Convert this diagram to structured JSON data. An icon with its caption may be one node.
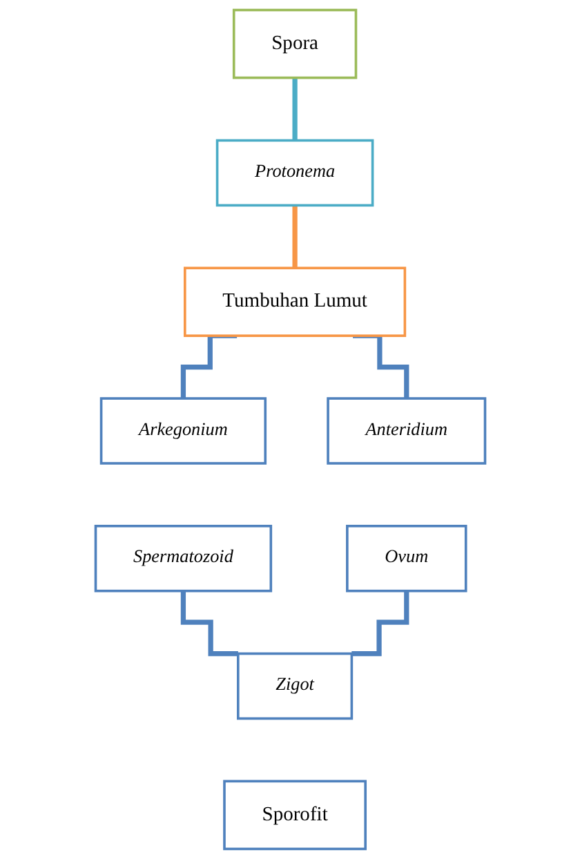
{
  "diagram": {
    "nodes": [
      {
        "text": [
          "Spora"
        ]
      },
      {
        "text": [
          "Protonema"
        ]
      },
      {
        "text": [
          "Tumbuhan Lumut"
        ]
      },
      {
        "text": [
          "Arkegonium"
        ]
      },
      {
        "text": [
          "Anteridium"
        ]
      },
      {
        "text": [
          "Spermatozoid"
        ]
      },
      {
        "text": [
          "Ovum"
        ]
      },
      {
        "text": [
          "Zigot"
        ]
      },
      {
        "text": [
          "Sporofit"
        ]
      }
    ],
    "edges": [
      {
        "from": 0,
        "to": 1,
        "arrow": "none",
        "color": "#4bacc6"
      },
      {
        "from": 1,
        "to": 2,
        "arrow": "none",
        "color": "#f79646"
      },
      {
        "from": 2,
        "to": 3,
        "arrow": "none"
      },
      {
        "from": 2,
        "to": 4,
        "arrow": "none"
      },
      {
        "from": 5,
        "to": 7,
        "arrow": "none"
      },
      {
        "from": 6,
        "to": 7,
        "arrow": "none"
      }
    ]
  }
}
